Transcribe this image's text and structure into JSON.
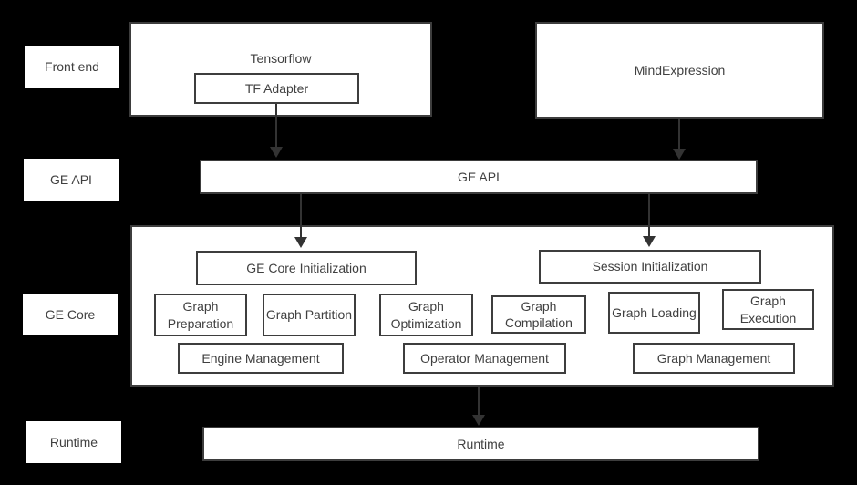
{
  "diagram": {
    "colors": {
      "background": "#000000",
      "box_fill": "#ffffff",
      "border": "#3d3d3d",
      "text": "#404040",
      "arrow": "#333333"
    },
    "side_labels": [
      {
        "label": "Front end"
      },
      {
        "label": "GE API"
      },
      {
        "label": "GE Core"
      },
      {
        "label": "Runtime"
      }
    ],
    "front_end": {
      "tensorflow_title": "Tensorflow",
      "tf_adapter_label": "TF Adapter",
      "mindexpression_label": "MindExpression"
    },
    "ge_api": {
      "label": "GE API"
    },
    "ge_core": {
      "core_init_label": "GE Core Initialization",
      "session_init_label": "Session Initialization",
      "stages": [
        "Graph Preparation",
        "Graph Partition",
        "Graph Optimization",
        "Graph Compilation",
        "Graph Loading",
        "Graph Execution"
      ],
      "management": [
        "Engine Management",
        "Operator Management",
        "Graph Management"
      ]
    },
    "runtime": {
      "label": "Runtime"
    }
  }
}
